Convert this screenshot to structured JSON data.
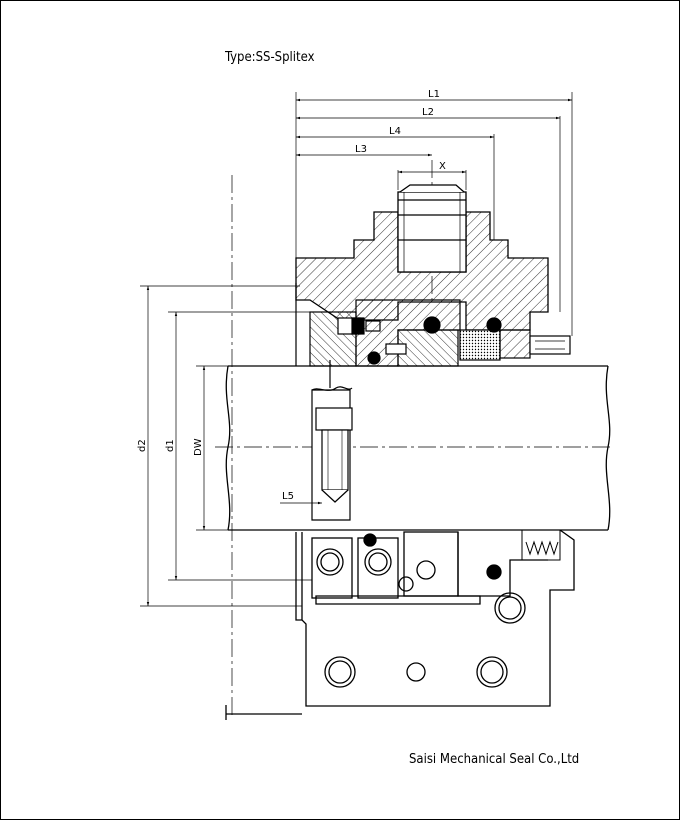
{
  "title": "Type:SS-Splitex",
  "company": "Saisi Mechanical Seal Co.,Ltd",
  "dimensions": {
    "L1": "L1",
    "L2": "L2",
    "L4": "L4",
    "L3": "L3",
    "X": "X",
    "L5": "L5",
    "d2": "d2",
    "d1": "d1",
    "DW": "DW"
  }
}
